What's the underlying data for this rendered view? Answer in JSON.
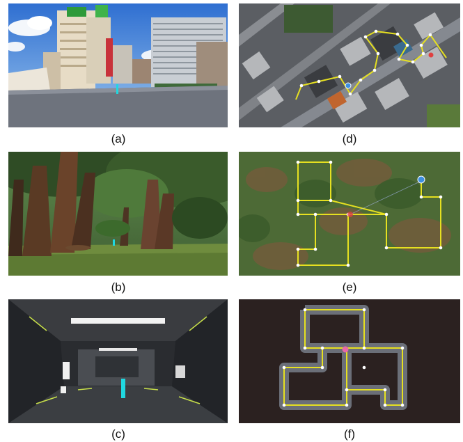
{
  "panels": [
    {
      "label": "(a)",
      "scene": "city-street-view"
    },
    {
      "label": "(b)",
      "scene": "forest-view"
    },
    {
      "label": "(c)",
      "scene": "spaceship-corridor-view"
    },
    {
      "label": "(d)",
      "scene": "city-top-down-map"
    },
    {
      "label": "(e)",
      "scene": "forest-top-down-map"
    },
    {
      "label": "(f)",
      "scene": "spaceship-top-down-map"
    }
  ],
  "colors": {
    "path": "#e6e020",
    "waypoint": "#ffffff",
    "agent_marker": "#3d8fe0",
    "goal_marker": "#e04040",
    "goal_beacon": "#20d8e0"
  }
}
